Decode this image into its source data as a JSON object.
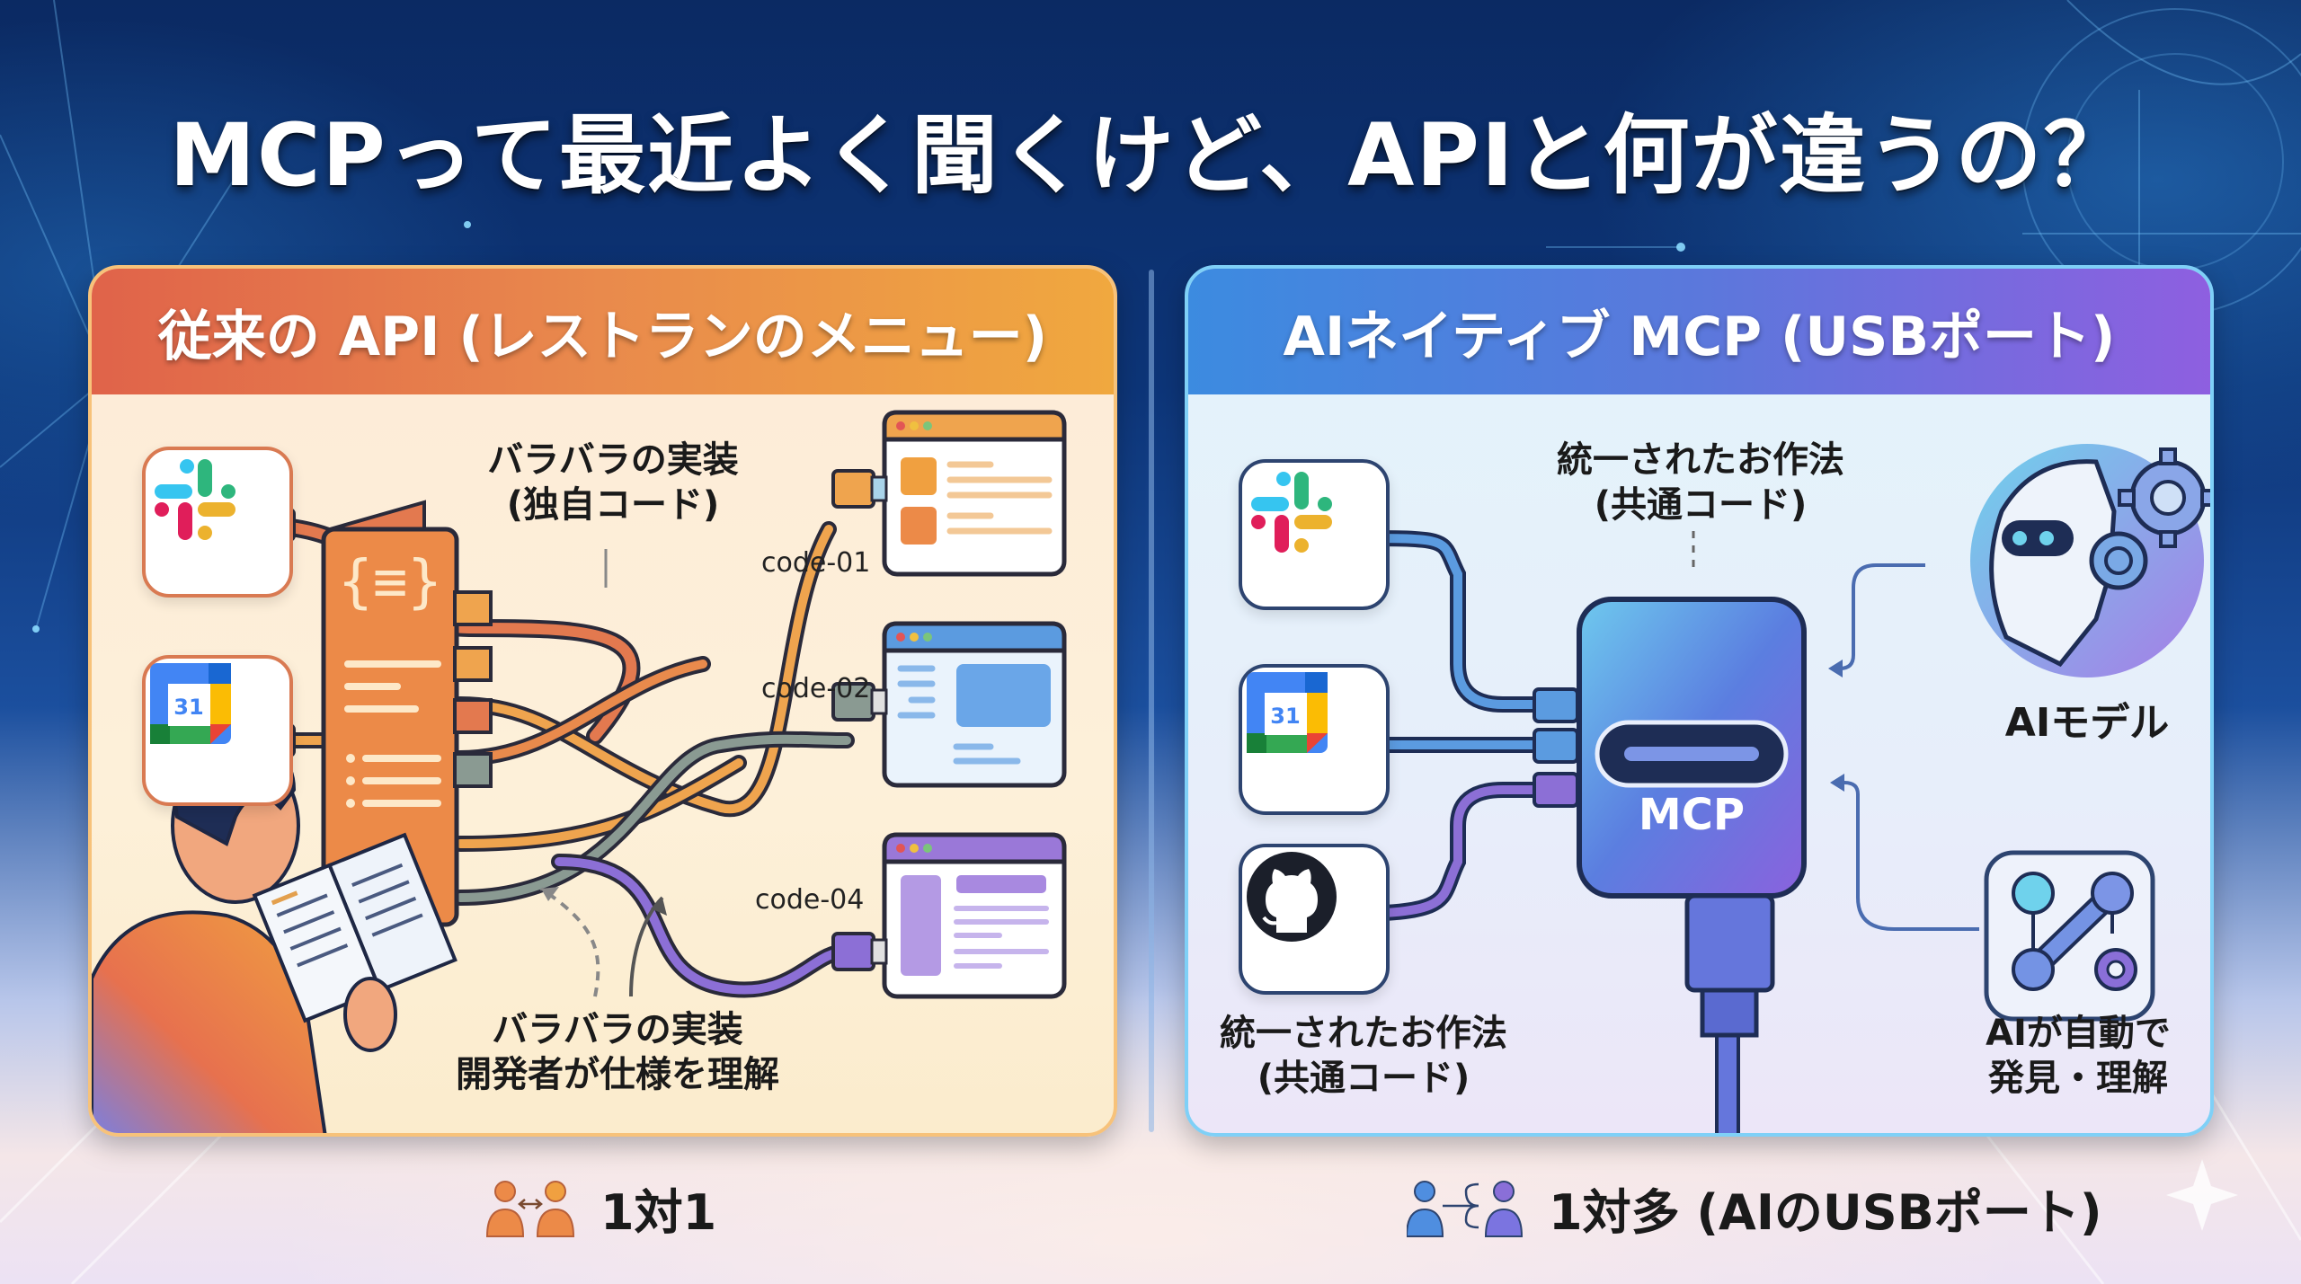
{
  "title": "MCPって最近よく聞くけど、APIと何が違うの？",
  "left_panel": {
    "header": "従来の API (レストランのメニュー)",
    "accent_color": "#e98a4c",
    "apps": [
      {
        "name": "Slack",
        "icon": "slack-icon"
      },
      {
        "name": "Google Calendar",
        "icon": "google-calendar-icon",
        "text": "31"
      }
    ],
    "hub_icon": "menu-document-icon",
    "top_label": [
      "バラバラの実装",
      "(独自コード)"
    ],
    "code_labels": [
      "code-01",
      "code-02",
      "code-04"
    ],
    "targets": [
      {
        "icon": "browser-window-orange-icon",
        "color": "#f0a040"
      },
      {
        "icon": "browser-window-blue-icon",
        "color": "#5b9be0"
      },
      {
        "icon": "browser-window-purple-icon",
        "color": "#9a78d8"
      }
    ],
    "developer_icon": "developer-reading-icon",
    "bottom_label": [
      "バラバラの実装",
      "開発者が仕様を理解"
    ]
  },
  "right_panel": {
    "header": "AIネイティブ MCP (USBポート)",
    "accent_color": "#5b78dc",
    "apps": [
      {
        "name": "Slack",
        "icon": "slack-icon"
      },
      {
        "name": "Google Calendar",
        "icon": "google-calendar-icon",
        "text": "31"
      },
      {
        "name": "GitHub",
        "icon": "github-icon"
      }
    ],
    "hub_label": "MCP",
    "top_label": [
      "統一されたお作法",
      "(共通コード)"
    ],
    "bottom_left_label": [
      "統一されたお作法",
      "(共通コード)"
    ],
    "ai_model_label": "AIモデル",
    "auto_label": [
      "AIが自動で",
      "発見・理解"
    ]
  },
  "footer": {
    "left": {
      "icon": "one-to-one-icon",
      "label": "1対1"
    },
    "right": {
      "icon": "one-to-many-icon",
      "label": "1対多 (AIのUSBポート)"
    }
  }
}
